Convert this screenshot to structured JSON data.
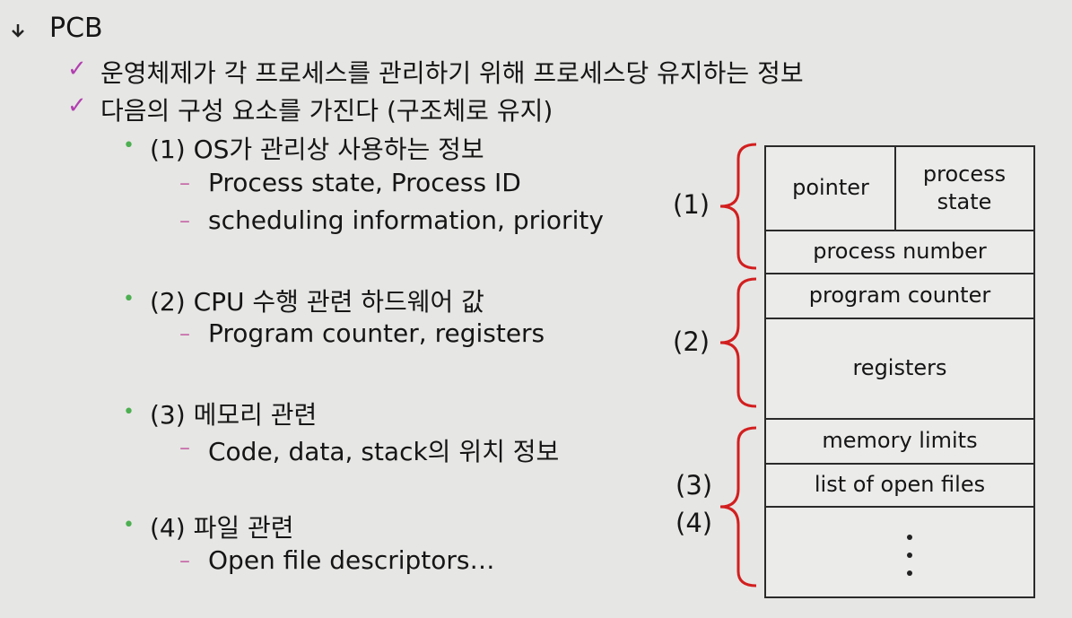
{
  "header": {
    "title": "PCB"
  },
  "bullets": [
    "운영체제가 각 프로세스를 관리하기 위해 프로세스당 유지하는 정보",
    "다음의 구성 요소를 가진다 (구조체로 유지)"
  ],
  "sections": [
    {
      "heading": "(1) OS가 관리상 사용하는 정보",
      "items": [
        "Process state, Process ID",
        "scheduling information, priority"
      ]
    },
    {
      "heading": "(2) CPU 수행 관련 하드웨어 값",
      "items": [
        "Program counter, registers"
      ]
    },
    {
      "heading": "(3) 메모리 관련",
      "items": [
        "Code, data, stack의 위치 정보"
      ]
    },
    {
      "heading": "(4) 파일 관련",
      "items": [
        "Open file descriptors…"
      ]
    }
  ],
  "diagram": {
    "labels": [
      "(1)",
      "(2)",
      "(3)",
      "(4)"
    ],
    "cells": {
      "pointer": "pointer",
      "process_state_1": "process",
      "process_state_2": "state",
      "process_number": "process number",
      "program_counter": "program counter",
      "registers": "registers",
      "memory_limits": "memory limits",
      "open_files": "list of open files"
    },
    "brace_color": "#d21f1f"
  }
}
